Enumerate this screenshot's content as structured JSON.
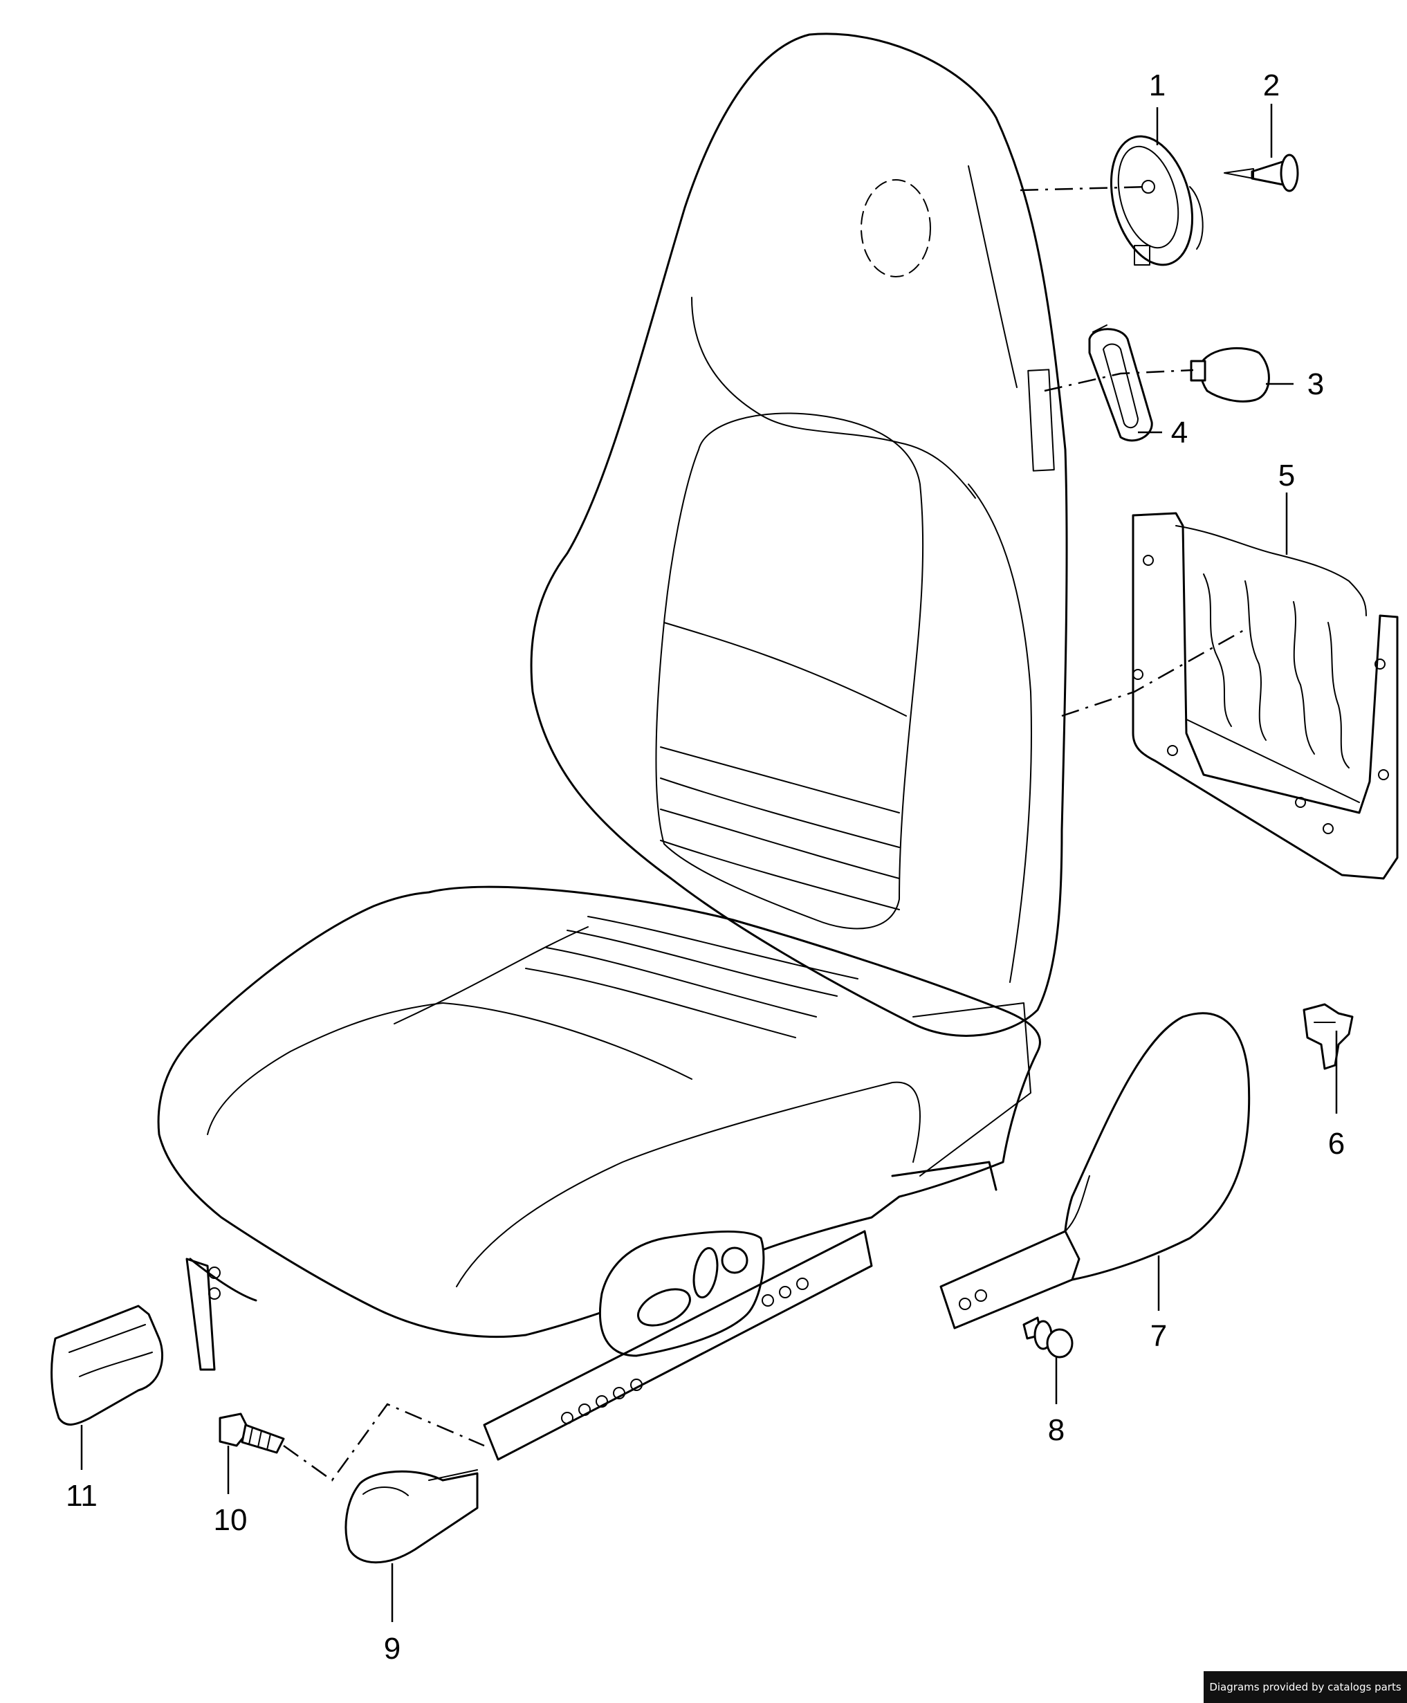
{
  "parts": [
    {
      "number": "1"
    },
    {
      "number": "2"
    },
    {
      "number": "3"
    },
    {
      "number": "4"
    },
    {
      "number": "5"
    },
    {
      "number": "6"
    },
    {
      "number": "7"
    },
    {
      "number": "8"
    },
    {
      "number": "9"
    },
    {
      "number": "10"
    },
    {
      "number": "11"
    }
  ],
  "credit": "Diagrams provided by catalogs parts",
  "colors": {
    "line": "#000000",
    "background": "#ffffff",
    "credit_bar": "#111111",
    "credit_text": "#ffffff"
  }
}
